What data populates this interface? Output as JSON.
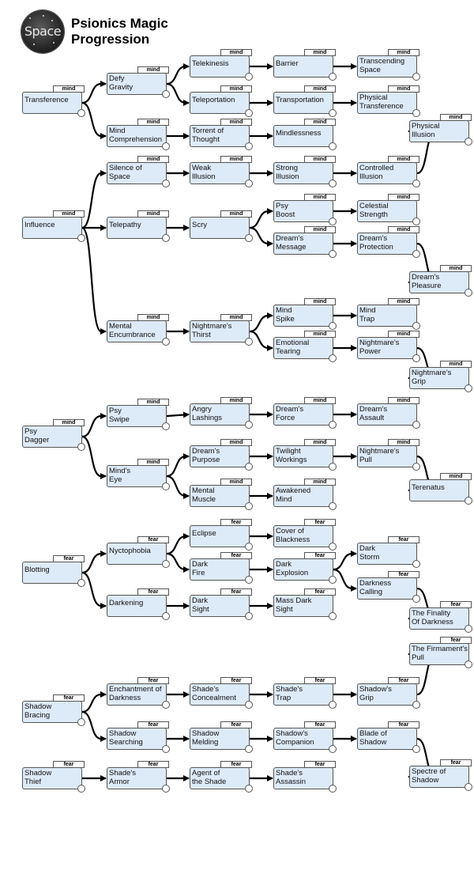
{
  "header": {
    "logo_text": "Space",
    "title_line1": "Psionics Magic",
    "title_line2": "Progression"
  },
  "nodes": [
    {
      "id": "transference",
      "label": "Transference",
      "tag": "mind"
    },
    {
      "id": "defy_gravity",
      "label": "Defy Gravity",
      "tag": "mind"
    },
    {
      "id": "telekinesis",
      "label": "Telekinesis",
      "tag": "mind"
    },
    {
      "id": "barrier",
      "label": "Barrier",
      "tag": "mind"
    },
    {
      "id": "transcending_space",
      "label": "Transcending Space",
      "tag": "mind"
    },
    {
      "id": "teleportation",
      "label": "Teleportation",
      "tag": "mind"
    },
    {
      "id": "transportation",
      "label": "Transportation",
      "tag": "mind"
    },
    {
      "id": "physical_transference",
      "label": "Physical Transference",
      "tag": "mind"
    },
    {
      "id": "mind_comprehension",
      "label": "Mind Comprehension",
      "tag": "mind"
    },
    {
      "id": "torrent_of_thought",
      "label": "Torrent of Thought",
      "tag": "mind"
    },
    {
      "id": "mindlessness",
      "label": "Mindlessness",
      "tag": "mind"
    },
    {
      "id": "physical_illusion",
      "label": "Physical Illusion",
      "tag": "mind"
    },
    {
      "id": "influence",
      "label": "Influence",
      "tag": "mind"
    },
    {
      "id": "silence_of_space",
      "label": "Silence of Space",
      "tag": "mind"
    },
    {
      "id": "weak_illusion",
      "label": "Weak Illusion",
      "tag": "mind"
    },
    {
      "id": "strong_illusion",
      "label": "Strong Illusion",
      "tag": "mind"
    },
    {
      "id": "controlled_illusion",
      "label": "Controlled Illusion",
      "tag": "mind"
    },
    {
      "id": "telepathy",
      "label": "Telepathy",
      "tag": "mind"
    },
    {
      "id": "scry",
      "label": "Scry",
      "tag": "mind"
    },
    {
      "id": "psy_boost",
      "label": "Psy Boost",
      "tag": "mind"
    },
    {
      "id": "celestial_strength",
      "label": "Celestial Strength",
      "tag": "mind"
    },
    {
      "id": "dreams_message",
      "label": "Dream's Message",
      "tag": "mind"
    },
    {
      "id": "dreams_protection",
      "label": "Dream's Protection",
      "tag": "mind"
    },
    {
      "id": "dreams_pleasure",
      "label": "Dream's Pleasure",
      "tag": "mind"
    },
    {
      "id": "mental_encumbrance",
      "label": "Mental Encumbrance",
      "tag": "mind"
    },
    {
      "id": "nightmares_thirst",
      "label": "Nightmare's Thirst",
      "tag": "mind"
    },
    {
      "id": "mind_spike",
      "label": "Mind Spike",
      "tag": "mind"
    },
    {
      "id": "mind_trap",
      "label": "Mind Trap",
      "tag": "mind"
    },
    {
      "id": "emotional_tearing",
      "label": "Emotional Tearing",
      "tag": "mind"
    },
    {
      "id": "nightmares_power",
      "label": "Nightmare's Power",
      "tag": "mind"
    },
    {
      "id": "nightmares_grip",
      "label": "Nightmare's Grip",
      "tag": "mind"
    },
    {
      "id": "psy_dagger",
      "label": "Psy Dagger",
      "tag": "mind"
    },
    {
      "id": "psy_swipe",
      "label": "Psy Swipe",
      "tag": "mind"
    },
    {
      "id": "angry_lashings",
      "label": "Angry Lashings",
      "tag": "mind"
    },
    {
      "id": "dreams_force",
      "label": "Dream's Force",
      "tag": "mind"
    },
    {
      "id": "dreams_assault",
      "label": "Dream's Assault",
      "tag": "mind"
    },
    {
      "id": "minds_eye",
      "label": "Mind's Eye",
      "tag": "mind"
    },
    {
      "id": "dreams_purpose",
      "label": "Dream's Purpose",
      "tag": "mind"
    },
    {
      "id": "twilight_workings",
      "label": "Twilight Workings",
      "tag": "mind"
    },
    {
      "id": "nightmares_pull",
      "label": "Nightmare's Pull",
      "tag": "mind"
    },
    {
      "id": "terenatus",
      "label": "Terenatus",
      "tag": "mind"
    },
    {
      "id": "mental_muscle",
      "label": "Mental Muscle",
      "tag": "mind"
    },
    {
      "id": "awakened_mind",
      "label": "Awakened Mind",
      "tag": "mind"
    },
    {
      "id": "blotting",
      "label": "Blotting",
      "tag": "fear"
    },
    {
      "id": "nyctophobia",
      "label": "Nyctophobia",
      "tag": "fear"
    },
    {
      "id": "eclipse",
      "label": "Eclipse",
      "tag": "fear"
    },
    {
      "id": "cover_of_blackness",
      "label": "Cover of Blackness",
      "tag": "fear"
    },
    {
      "id": "dark_fire",
      "label": "Dark Fire",
      "tag": "fear"
    },
    {
      "id": "dark_explosion",
      "label": "Dark Explosion",
      "tag": "fear"
    },
    {
      "id": "dark_storm",
      "label": "Dark Storm",
      "tag": "fear"
    },
    {
      "id": "darkness_calling",
      "label": "Darkness Calling",
      "tag": "fear"
    },
    {
      "id": "finality_of_darkness",
      "label": "The Finality Of Darkness",
      "tag": "fear"
    },
    {
      "id": "darkening",
      "label": "Darkening",
      "tag": "fear"
    },
    {
      "id": "dark_sight",
      "label": "Dark Sight",
      "tag": "fear"
    },
    {
      "id": "mass_dark_sight",
      "label": "Mass Dark Sight",
      "tag": "fear"
    },
    {
      "id": "firmaments_pull",
      "label": "The Firmament's Pull",
      "tag": "fear"
    },
    {
      "id": "shadow_bracing",
      "label": "Shadow Bracing",
      "tag": "fear"
    },
    {
      "id": "enchantment_of_darkness",
      "label": "Enchantment of Darkness",
      "tag": "fear"
    },
    {
      "id": "shades_concealment",
      "label": "Shade's Concealment",
      "tag": "fear"
    },
    {
      "id": "shades_trap",
      "label": "Shade's Trap",
      "tag": "fear"
    },
    {
      "id": "shadows_grip",
      "label": "Shadow's Grip",
      "tag": "fear"
    },
    {
      "id": "shadow_searching",
      "label": "Shadow Searching",
      "tag": "fear"
    },
    {
      "id": "shadow_melding",
      "label": "Shadow Melding",
      "tag": "fear"
    },
    {
      "id": "shadows_companion",
      "label": "Shadow's Companion",
      "tag": "fear"
    },
    {
      "id": "blade_of_shadow",
      "label": "Blade of Shadow",
      "tag": "fear"
    },
    {
      "id": "spectre_of_shadow",
      "label": "Spectre of Shadow",
      "tag": "fear"
    },
    {
      "id": "shadow_thief",
      "label": "Shadow Thief",
      "tag": "fear"
    },
    {
      "id": "shades_armor",
      "label": "Shade's Armor",
      "tag": "fear"
    },
    {
      "id": "agent_of_the_shade",
      "label": "Agent of the Shade",
      "tag": "fear"
    },
    {
      "id": "shades_assassin",
      "label": "Shade's Assassin",
      "tag": "fear"
    }
  ],
  "edges": [
    [
      "transference",
      "defy_gravity"
    ],
    [
      "transference",
      "mind_comprehension"
    ],
    [
      "defy_gravity",
      "telekinesis"
    ],
    [
      "defy_gravity",
      "teleportation"
    ],
    [
      "telekinesis",
      "barrier"
    ],
    [
      "barrier",
      "transcending_space"
    ],
    [
      "teleportation",
      "transportation"
    ],
    [
      "transportation",
      "physical_transference"
    ],
    [
      "mind_comprehension",
      "torrent_of_thought"
    ],
    [
      "torrent_of_thought",
      "mindlessness"
    ],
    [
      "influence",
      "silence_of_space"
    ],
    [
      "influence",
      "telepathy"
    ],
    [
      "influence",
      "mental_encumbrance"
    ],
    [
      "silence_of_space",
      "weak_illusion"
    ],
    [
      "weak_illusion",
      "strong_illusion"
    ],
    [
      "strong_illusion",
      "controlled_illusion"
    ],
    [
      "controlled_illusion",
      "physical_illusion"
    ],
    [
      "telepathy",
      "scry"
    ],
    [
      "scry",
      "psy_boost"
    ],
    [
      "scry",
      "dreams_message"
    ],
    [
      "psy_boost",
      "celestial_strength"
    ],
    [
      "dreams_message",
      "dreams_protection"
    ],
    [
      "dreams_protection",
      "dreams_pleasure"
    ],
    [
      "mental_encumbrance",
      "nightmares_thirst"
    ],
    [
      "nightmares_thirst",
      "mind_spike"
    ],
    [
      "nightmares_thirst",
      "emotional_tearing"
    ],
    [
      "mind_spike",
      "mind_trap"
    ],
    [
      "emotional_tearing",
      "nightmares_power"
    ],
    [
      "nightmares_power",
      "nightmares_grip"
    ],
    [
      "psy_dagger",
      "psy_swipe"
    ],
    [
      "psy_dagger",
      "minds_eye"
    ],
    [
      "psy_swipe",
      "angry_lashings"
    ],
    [
      "angry_lashings",
      "dreams_force"
    ],
    [
      "dreams_force",
      "dreams_assault"
    ],
    [
      "minds_eye",
      "dreams_purpose"
    ],
    [
      "minds_eye",
      "mental_muscle"
    ],
    [
      "dreams_purpose",
      "twilight_workings"
    ],
    [
      "twilight_workings",
      "nightmares_pull"
    ],
    [
      "nightmares_pull",
      "terenatus"
    ],
    [
      "mental_muscle",
      "awakened_mind"
    ],
    [
      "blotting",
      "nyctophobia"
    ],
    [
      "blotting",
      "darkening"
    ],
    [
      "nyctophobia",
      "eclipse"
    ],
    [
      "nyctophobia",
      "dark_fire"
    ],
    [
      "eclipse",
      "cover_of_blackness"
    ],
    [
      "dark_fire",
      "dark_explosion"
    ],
    [
      "dark_explosion",
      "dark_storm"
    ],
    [
      "dark_explosion",
      "darkness_calling"
    ],
    [
      "darkness_calling",
      "finality_of_darkness"
    ],
    [
      "darkening",
      "dark_sight"
    ],
    [
      "dark_sight",
      "mass_dark_sight"
    ],
    [
      "shadow_bracing",
      "enchantment_of_darkness"
    ],
    [
      "shadow_bracing",
      "shadow_searching"
    ],
    [
      "enchantment_of_darkness",
      "shades_concealment"
    ],
    [
      "shades_concealment",
      "shades_trap"
    ],
    [
      "shades_trap",
      "shadows_grip"
    ],
    [
      "shadows_grip",
      "firmaments_pull"
    ],
    [
      "shadow_searching",
      "shadow_melding"
    ],
    [
      "shadow_melding",
      "shadows_companion"
    ],
    [
      "shadows_companion",
      "blade_of_shadow"
    ],
    [
      "blade_of_shadow",
      "spectre_of_shadow"
    ],
    [
      "shadow_thief",
      "shades_armor"
    ],
    [
      "shades_armor",
      "agent_of_the_shade"
    ],
    [
      "agent_of_the_shade",
      "shades_assassin"
    ]
  ]
}
